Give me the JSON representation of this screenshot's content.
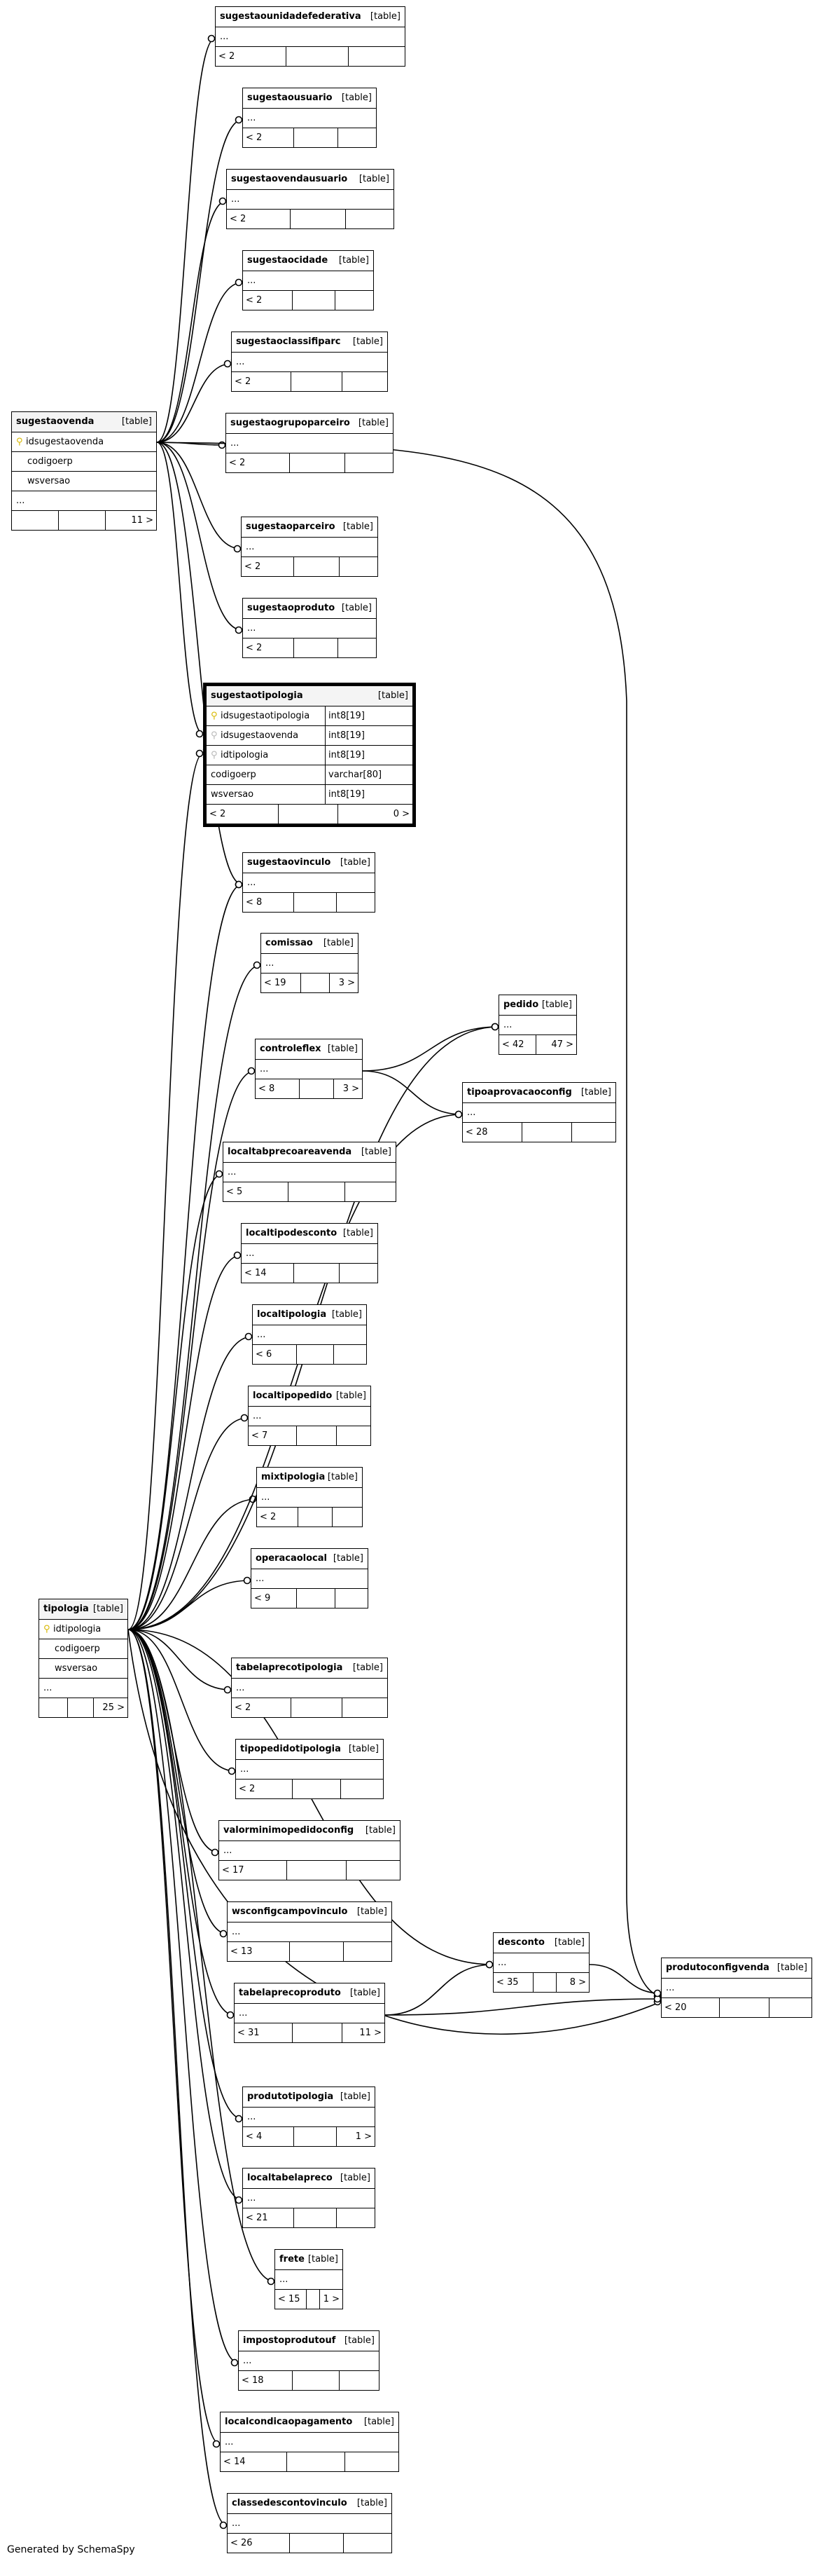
{
  "footer": "Generated by SchemaSpy",
  "type_label": "[table]",
  "tables": {
    "sugestaounidadefederativa": {
      "name": "sugestaounidadefederativa",
      "ellipsis": "...",
      "parents": "< 2",
      "children": ""
    },
    "sugestaousuario": {
      "name": "sugestaousuario",
      "ellipsis": "...",
      "parents": "< 2",
      "children": ""
    },
    "sugestaovendausuario": {
      "name": "sugestaovendausuario",
      "ellipsis": "...",
      "parents": "< 2",
      "children": ""
    },
    "sugestaocidade": {
      "name": "sugestaocidade",
      "ellipsis": "...",
      "parents": "< 2",
      "children": ""
    },
    "sugestaoclassifiparc": {
      "name": "sugestaoclassifiparc",
      "ellipsis": "...",
      "parents": "< 2",
      "children": ""
    },
    "sugestaogrupoparceiro": {
      "name": "sugestaogrupoparceiro",
      "ellipsis": "...",
      "parents": "< 2",
      "children": ""
    },
    "sugestaovenda": {
      "name": "sugestaovenda",
      "col1": "idsugestaovenda",
      "col2": "codigoerp",
      "col3": "wsversao",
      "ellipsis": "...",
      "parents": "",
      "children": "11 >"
    },
    "sugestaoparceiro": {
      "name": "sugestaoparceiro",
      "ellipsis": "...",
      "parents": "< 2",
      "children": ""
    },
    "sugestaoproduto": {
      "name": "sugestaoproduto",
      "ellipsis": "...",
      "parents": "< 2",
      "children": ""
    },
    "sugestaotipologia": {
      "name": "sugestaotipologia",
      "columns": [
        {
          "name": "idsugestaotipologia",
          "type": "int8[19]"
        },
        {
          "name": "idsugestaovenda",
          "type": "int8[19]"
        },
        {
          "name": "idtipologia",
          "type": "int8[19]"
        },
        {
          "name": "codigoerp",
          "type": "varchar[80]"
        },
        {
          "name": "wsversao",
          "type": "int8[19]"
        }
      ],
      "parents": "< 2",
      "children": "0 >"
    },
    "sugestaovinculo": {
      "name": "sugestaovinculo",
      "ellipsis": "...",
      "parents": "< 8",
      "children": ""
    },
    "comissao": {
      "name": "comissao",
      "ellipsis": "...",
      "parents": "< 19",
      "children": "3 >"
    },
    "pedido": {
      "name": "pedido",
      "ellipsis": "...",
      "parents": "< 42",
      "children": "47 >"
    },
    "controleflex": {
      "name": "controleflex",
      "ellipsis": "...",
      "parents": "< 8",
      "children": "3 >"
    },
    "tipoaprovacaoconfig": {
      "name": "tipoaprovacaoconfig",
      "ellipsis": "...",
      "parents": "< 28",
      "children": ""
    },
    "localtabprecoareavenda": {
      "name": "localtabprecoareavenda",
      "ellipsis": "...",
      "parents": "< 5",
      "children": ""
    },
    "localtipodesconto": {
      "name": "localtipodesconto",
      "ellipsis": "...",
      "parents": "< 14",
      "children": ""
    },
    "localtipologia": {
      "name": "localtipologia",
      "ellipsis": "...",
      "parents": "< 6",
      "children": ""
    },
    "localtipopedido": {
      "name": "localtipopedido",
      "ellipsis": "...",
      "parents": "< 7",
      "children": ""
    },
    "mixtipologia": {
      "name": "mixtipologia",
      "ellipsis": "...",
      "parents": "< 2",
      "children": ""
    },
    "operacaolocal": {
      "name": "operacaolocal",
      "ellipsis": "...",
      "parents": "< 9",
      "children": ""
    },
    "tipologia": {
      "name": "tipologia",
      "col1": "idtipologia",
      "col2": "codigoerp",
      "col3": "wsversao",
      "ellipsis": "...",
      "parents": "",
      "children": "25 >"
    },
    "tabelaprecotipologia": {
      "name": "tabelaprecotipologia",
      "ellipsis": "...",
      "parents": "< 2",
      "children": ""
    },
    "tipopedidotipologia": {
      "name": "tipopedidotipologia",
      "ellipsis": "...",
      "parents": "< 2",
      "children": ""
    },
    "valorminimopedidoconfig": {
      "name": "valorminimopedidoconfig",
      "ellipsis": "...",
      "parents": "< 17",
      "children": ""
    },
    "wsconfigcampovinculo": {
      "name": "wsconfigcampovinculo",
      "ellipsis": "...",
      "parents": "< 13",
      "children": ""
    },
    "desconto": {
      "name": "desconto",
      "ellipsis": "...",
      "parents": "< 35",
      "children": "8 >"
    },
    "tabelaprecoproduto": {
      "name": "tabelaprecoproduto",
      "ellipsis": "...",
      "parents": "< 31",
      "children": "11 >"
    },
    "produtoconfigvenda": {
      "name": "produtoconfigvenda",
      "ellipsis": "...",
      "parents": "< 20",
      "children": ""
    },
    "produtotipologia": {
      "name": "produtotipologia",
      "ellipsis": "...",
      "parents": "< 4",
      "children": "1 >"
    },
    "localtabelapreco": {
      "name": "localtabelapreco",
      "ellipsis": "...",
      "parents": "< 21",
      "children": ""
    },
    "frete": {
      "name": "frete",
      "ellipsis": "...",
      "parents": "< 15",
      "children": "1 >"
    },
    "impostoprodutouf": {
      "name": "impostoprodutouf",
      "ellipsis": "...",
      "parents": "< 18",
      "children": ""
    },
    "localcondicaopagamento": {
      "name": "localcondicaopagamento",
      "ellipsis": "...",
      "parents": "< 14",
      "children": ""
    },
    "classedescontovinculo": {
      "name": "classedescontovinculo",
      "ellipsis": "...",
      "parents": "< 26",
      "children": ""
    }
  }
}
